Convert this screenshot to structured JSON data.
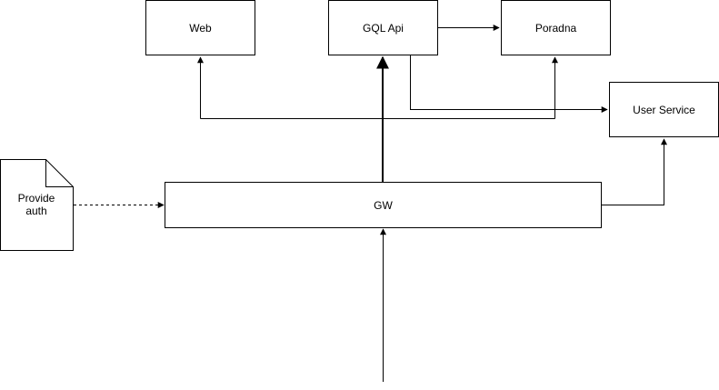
{
  "nodes": {
    "web": "Web",
    "gql_api": "GQL Api",
    "poradna": "Poradna",
    "user_service": "User Service",
    "gw": "GW",
    "provide_auth_line1": "Provide",
    "provide_auth_line2": "auth"
  },
  "colors": {
    "stroke": "#000000",
    "fill": "#ffffff"
  }
}
